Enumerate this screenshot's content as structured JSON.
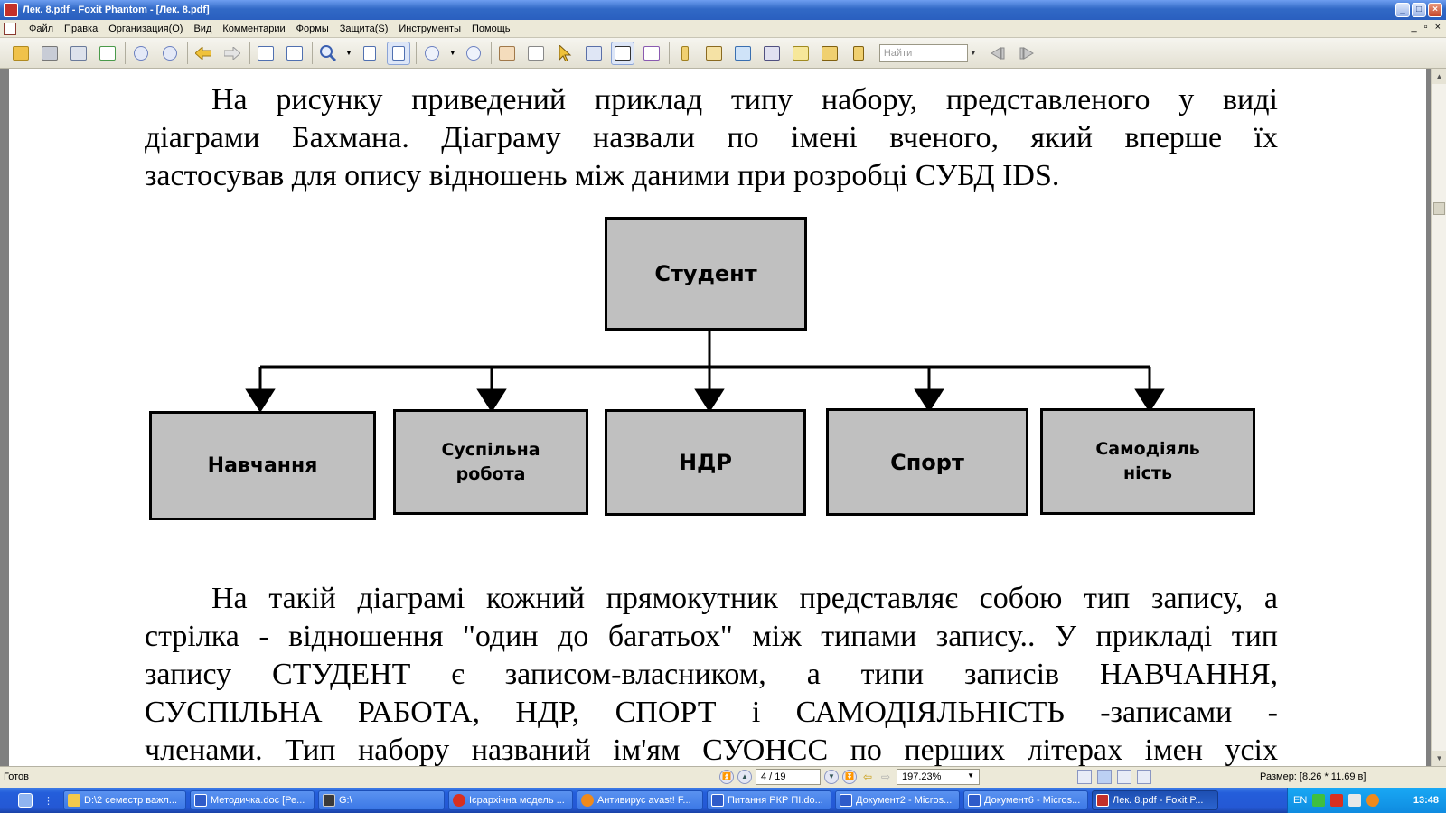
{
  "window": {
    "title": "Лек. 8.pdf - Foxit Phantom - [Лек. 8.pdf]",
    "controls": [
      "_",
      "□",
      "×"
    ]
  },
  "menu": {
    "items": [
      "Файл",
      "Правка",
      "Организация(О)",
      "Вид",
      "Комментарии",
      "Формы",
      "Защита(S)",
      "Инструменты",
      "Помощь"
    ],
    "mdi_controls": [
      "_",
      "▫",
      "×"
    ]
  },
  "toolbar": {
    "icons": [
      "open-icon",
      "save-icon",
      "print-icon",
      "email-icon",
      "prev-page-icon",
      "next-page-icon",
      "back-icon",
      "forward-icon",
      "insert-page-icon",
      "extract-page-icon",
      "zoom-in-icon",
      "fit-page-icon",
      "fit-width-icon",
      "zoom-out-icon",
      "zoom-plus-icon",
      "hand-icon",
      "select-text-icon",
      "select-annot-icon",
      "snapshot-icon",
      "typewriter-icon",
      "reflow-icon",
      "attach-icon",
      "stamp-icon",
      "image-icon",
      "video-icon",
      "highlight-icon",
      "pencil-icon",
      "edit-icon"
    ],
    "search_placeholder": "Найти"
  },
  "document": {
    "para1": {
      "lines": [
        "На рисунку приведений приклад типу набору, представленого у виді",
        "діаграми Бахмана. Діаграму назвали по імені вченого, який вперше їх",
        "застосував для опису відношень між даними при розробці СУБД IDS."
      ]
    },
    "diagram": {
      "root": "Студент",
      "children": [
        {
          "lines": [
            "Навчання"
          ]
        },
        {
          "lines": [
            "Суспільна",
            "робота"
          ]
        },
        {
          "lines": [
            "НДР"
          ]
        },
        {
          "lines": [
            "Спорт"
          ]
        },
        {
          "lines": [
            "Самодіяль",
            "ність"
          ]
        }
      ]
    },
    "para2": {
      "lines": [
        "На такій діаграмі кожний прямокутник представляє собою тип запису, а",
        "стрілка - відношення \"один до багатьох\" між типами запису.. У прикладі тип",
        "запису СТУДЕНТ є записом-власником, а типи записів НАВЧАННЯ,",
        "СУСПІЛЬНА РАБОТА, НДР, СПОРТ і САМОДІЯЛЬНІСТЬ -записами -",
        "членами. Тип набору названий ім'ям СУОНСС по перших літерах імен усіх"
      ]
    }
  },
  "statusbar": {
    "status": "Готов",
    "page_indicator": "4 / 19",
    "zoom": "197.23%",
    "size": "Размер: [8.26 * 11.69 в]"
  },
  "taskbar": {
    "tasks": [
      {
        "label": "D:\\2 семестр важл...",
        "color": "#f2c94c"
      },
      {
        "label": "Методичка.doc [Ре...",
        "color": "#2f5cc9"
      },
      {
        "label": "G:\\",
        "color": "#3a3a3a"
      },
      {
        "label": "Ієрархічна модель ...",
        "color": "#d83020"
      },
      {
        "label": "Антивирус avast! F...",
        "color": "#f08a1c"
      },
      {
        "label": "Питання РКР ПІ.do...",
        "color": "#2f5cc9"
      },
      {
        "label": "Документ2 - Micros...",
        "color": "#2f5cc9"
      },
      {
        "label": "Документ6 - Micros...",
        "color": "#2f5cc9"
      },
      {
        "label": "Лек. 8.pdf - Foxit P...",
        "color": "#c3302a",
        "active": true
      }
    ],
    "language": "EN",
    "clock": "13:48"
  }
}
